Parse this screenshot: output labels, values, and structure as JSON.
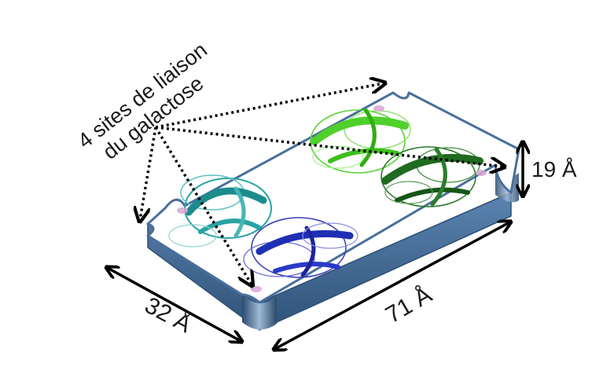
{
  "annotation": {
    "line1": "4 sites de liaison",
    "line2": "du galactose"
  },
  "dimensions": {
    "length": "71 Å",
    "width": "32 Å",
    "height": "19 Å"
  },
  "colors": {
    "slab_top": "#ffffff",
    "slab_outline": "#4a6f9c",
    "slab_side": "#3f6791",
    "slab_side_dark": "#2d4e72",
    "subunit_teal": "#2aa3a3",
    "subunit_blue": "#1f2fb5",
    "subunit_light_green": "#4fd02a",
    "subunit_dark_green": "#1f6b1f",
    "binding_site": "#d9a6d6",
    "arrow": "#000000"
  },
  "subunits": [
    {
      "name": "teal-subunit-icon"
    },
    {
      "name": "blue-subunit-icon"
    },
    {
      "name": "light-green-subunit-icon"
    },
    {
      "name": "dark-green-subunit-icon"
    }
  ]
}
